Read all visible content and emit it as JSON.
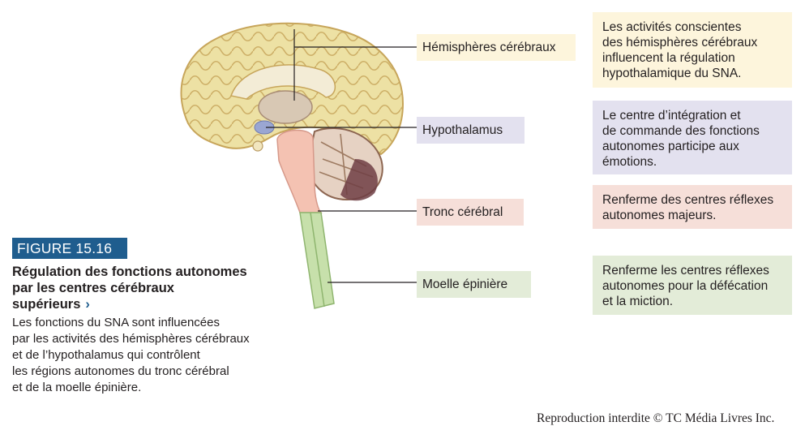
{
  "labels": {
    "hemispheres": "Hémisphères cérébraux",
    "hypothalamus": "Hypothalamus",
    "brainstem": "Tronc cérébral",
    "spinal_cord": "Moelle épinière"
  },
  "boxes": {
    "hemispheres": [
      "Les activités conscientes",
      "des hémisphères cérébraux",
      "influencent la régulation",
      "hypothalamique du SNA."
    ],
    "hypothalamus": [
      "Le centre d’intégration et",
      "de commande des fonctions",
      "autonomes participe aux",
      "émotions."
    ],
    "brainstem": [
      "Renferme des centres réflexes",
      "autonomes majeurs."
    ],
    "spinal_cord": [
      "Renferme les centres réflexes",
      "autonomes pour la défécation",
      "et la miction."
    ]
  },
  "figure": {
    "number": "FIGURE 15.16",
    "title_lines": [
      "Régulation des fonctions autonomes",
      "par les centres cérébraux",
      "supérieurs"
    ],
    "chevron": "›",
    "description_lines": [
      "Les fonctions du SNA sont influencées",
      "par les activités des hémisphères cérébraux",
      "et de l’hypothalamus qui contrôlent",
      "les régions autonomes du tronc cérébral",
      "et de la moelle épinière."
    ]
  },
  "colors": {
    "hemispheres": "#fdf5dc",
    "hypothalamus": "#e3e1ef",
    "brainstem": "#f6dfd9",
    "spinal_cord": "#e3ecd8",
    "badge": "#1f5d8e"
  },
  "copyright": "Reproduction interdite © TC Média Livres Inc."
}
